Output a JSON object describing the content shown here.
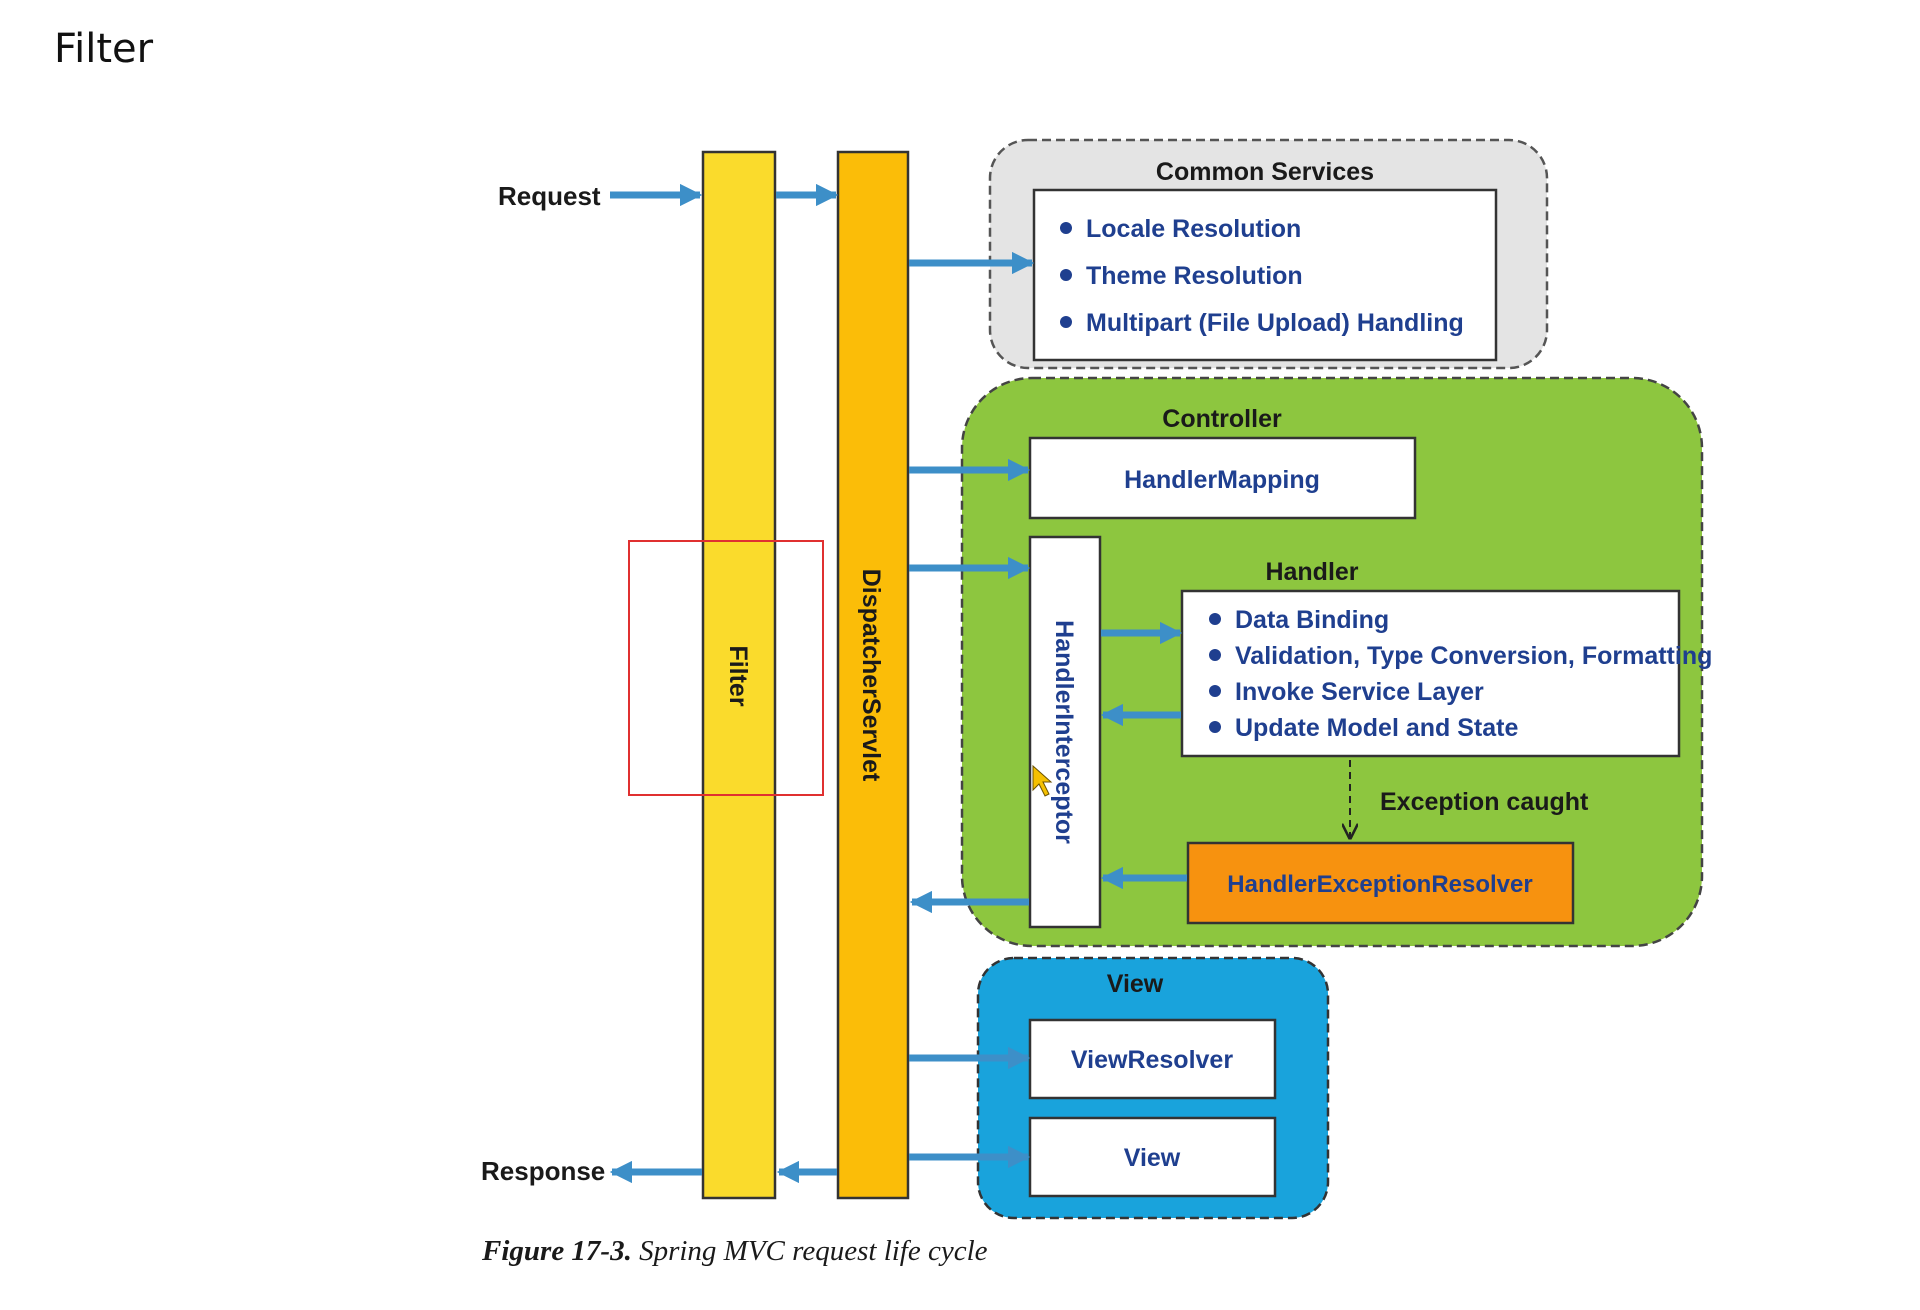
{
  "slide": {
    "title": "Filter"
  },
  "diagram": {
    "request_label": "Request",
    "response_label": "Response",
    "filter_label": "Filter",
    "dispatcher_label": "DispatcherServlet",
    "common_services": {
      "title": "Common Services",
      "items": [
        "Locale Resolution",
        "Theme Resolution",
        "Multipart (File Upload) Handling"
      ]
    },
    "controller": {
      "title": "Controller",
      "handler_mapping": "HandlerMapping",
      "handler_interceptor": "HandlerInterceptor",
      "handler_title": "Handler",
      "handler_items": [
        "Data Binding",
        "Validation, Type Conversion, Formatting",
        "Invoke Service Layer",
        "Update Model and State"
      ],
      "exception_caught": "Exception caught",
      "exception_resolver": "HandlerExceptionResolver"
    },
    "view": {
      "title": "View",
      "view_resolver": "ViewResolver",
      "view": "View"
    },
    "colors": {
      "filter_bar": "#fadb2c",
      "dispatcher_bar": "#fbbd08",
      "arrow": "#3d8fc8",
      "common_bg": "#e4e4e4",
      "controller_bg": "#8dc63f",
      "view_bg": "#19a3dc",
      "resolver_bg": "#f7920f",
      "highlight": "#e03030",
      "item_text": "#1f3f8f"
    }
  },
  "caption": {
    "figure": "Figure 17-3.",
    "text": "Spring MVC request life cycle"
  }
}
